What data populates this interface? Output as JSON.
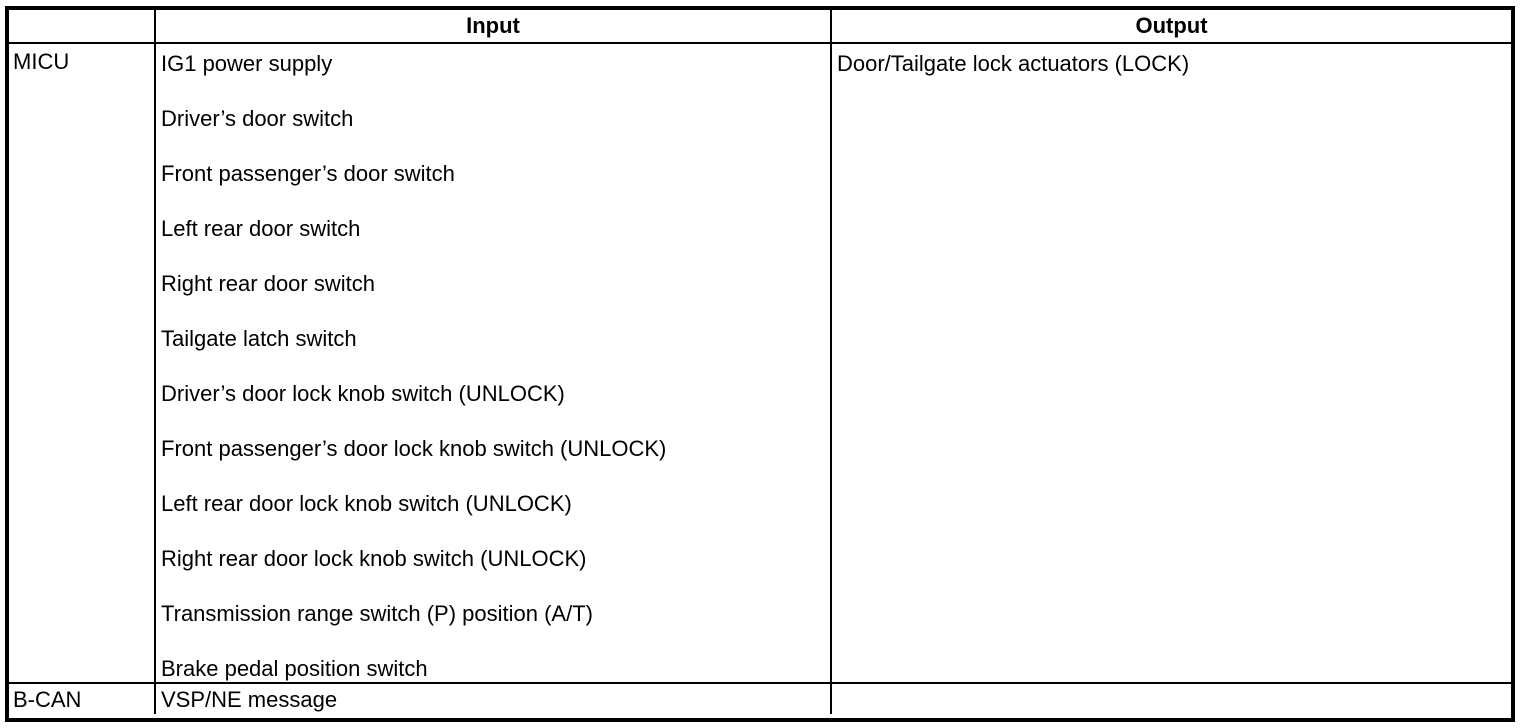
{
  "table": {
    "header": {
      "source_col": "",
      "input_col": "Input",
      "output_col": "Output"
    },
    "rows": [
      {
        "source": "MICU",
        "inputs": [
          "IG1 power supply",
          "Driver’s door switch",
          "Front passenger’s door switch",
          "Left rear door switch",
          "Right rear door switch",
          "Tailgate latch switch",
          "Driver’s door lock knob switch (UNLOCK)",
          "Front passenger’s door lock knob switch (UNLOCK)",
          "Left rear door lock knob switch (UNLOCK)",
          "Right rear door lock knob switch (UNLOCK)",
          "Transmission range switch (P) position (A/T)",
          "Brake pedal position switch"
        ],
        "output": "Door/Tailgate lock actuators (LOCK)"
      },
      {
        "source": "B-CAN",
        "inputs": [
          "VSP/NE message"
        ],
        "output": ""
      }
    ],
    "colors": {
      "border": "#000000",
      "background": "#ffffff",
      "text": "#000000"
    }
  }
}
